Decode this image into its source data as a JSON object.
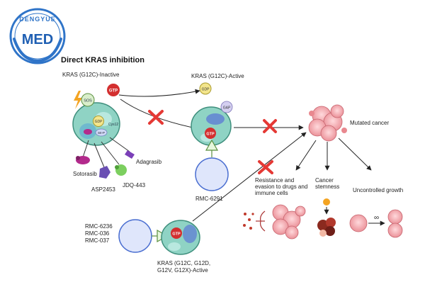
{
  "logo": {
    "top_text": "DENGYUE",
    "main_text": "MED"
  },
  "title": "Direct  KRAS inhibition",
  "labels": {
    "inactive": "KRAS (G12C)-Inactive",
    "active": "KRAS (G12C)-Active",
    "mutated_cancer": "Mutated cancer",
    "resistance": [
      "Resistance and",
      "evasion to drugs and",
      "immune cells"
    ],
    "stemness": [
      "Cancer",
      "stemness"
    ],
    "uncontrolled": "Uncontrolled growth",
    "rmc6291": "RMC-6291",
    "rmc_group": [
      "RMC-6236",
      "RMC-036",
      "RMC-037"
    ],
    "kras_bottom": [
      "KRAS (G12C, G12D,",
      "G12V, G12X)-Active"
    ],
    "infinity": "∞"
  },
  "drugs": {
    "sotorasib": "Sotorasib",
    "asp2453": "ASP2453",
    "jdq443": "JDQ-443",
    "adagrasib": "Adagrasib"
  },
  "tags": {
    "gtp": "GTP",
    "gdp": "GDP",
    "sos": "SOS",
    "gap": "GAP",
    "cys12": "Cys12",
    "sii_p": "SII-P"
  },
  "colors": {
    "accent_red": "#e53935",
    "gtp_red": "#d32f2f",
    "protein_teal": "#8fd3c4",
    "protein_dark": "#3f8f7d",
    "receptor_blue": "#4b6fd1",
    "receptor_fill": "#dfe6fb",
    "cancer_pink": "#f2a0a4",
    "gdp_yellow": "#f3e58c",
    "gap_lilac": "#d4cff0"
  }
}
